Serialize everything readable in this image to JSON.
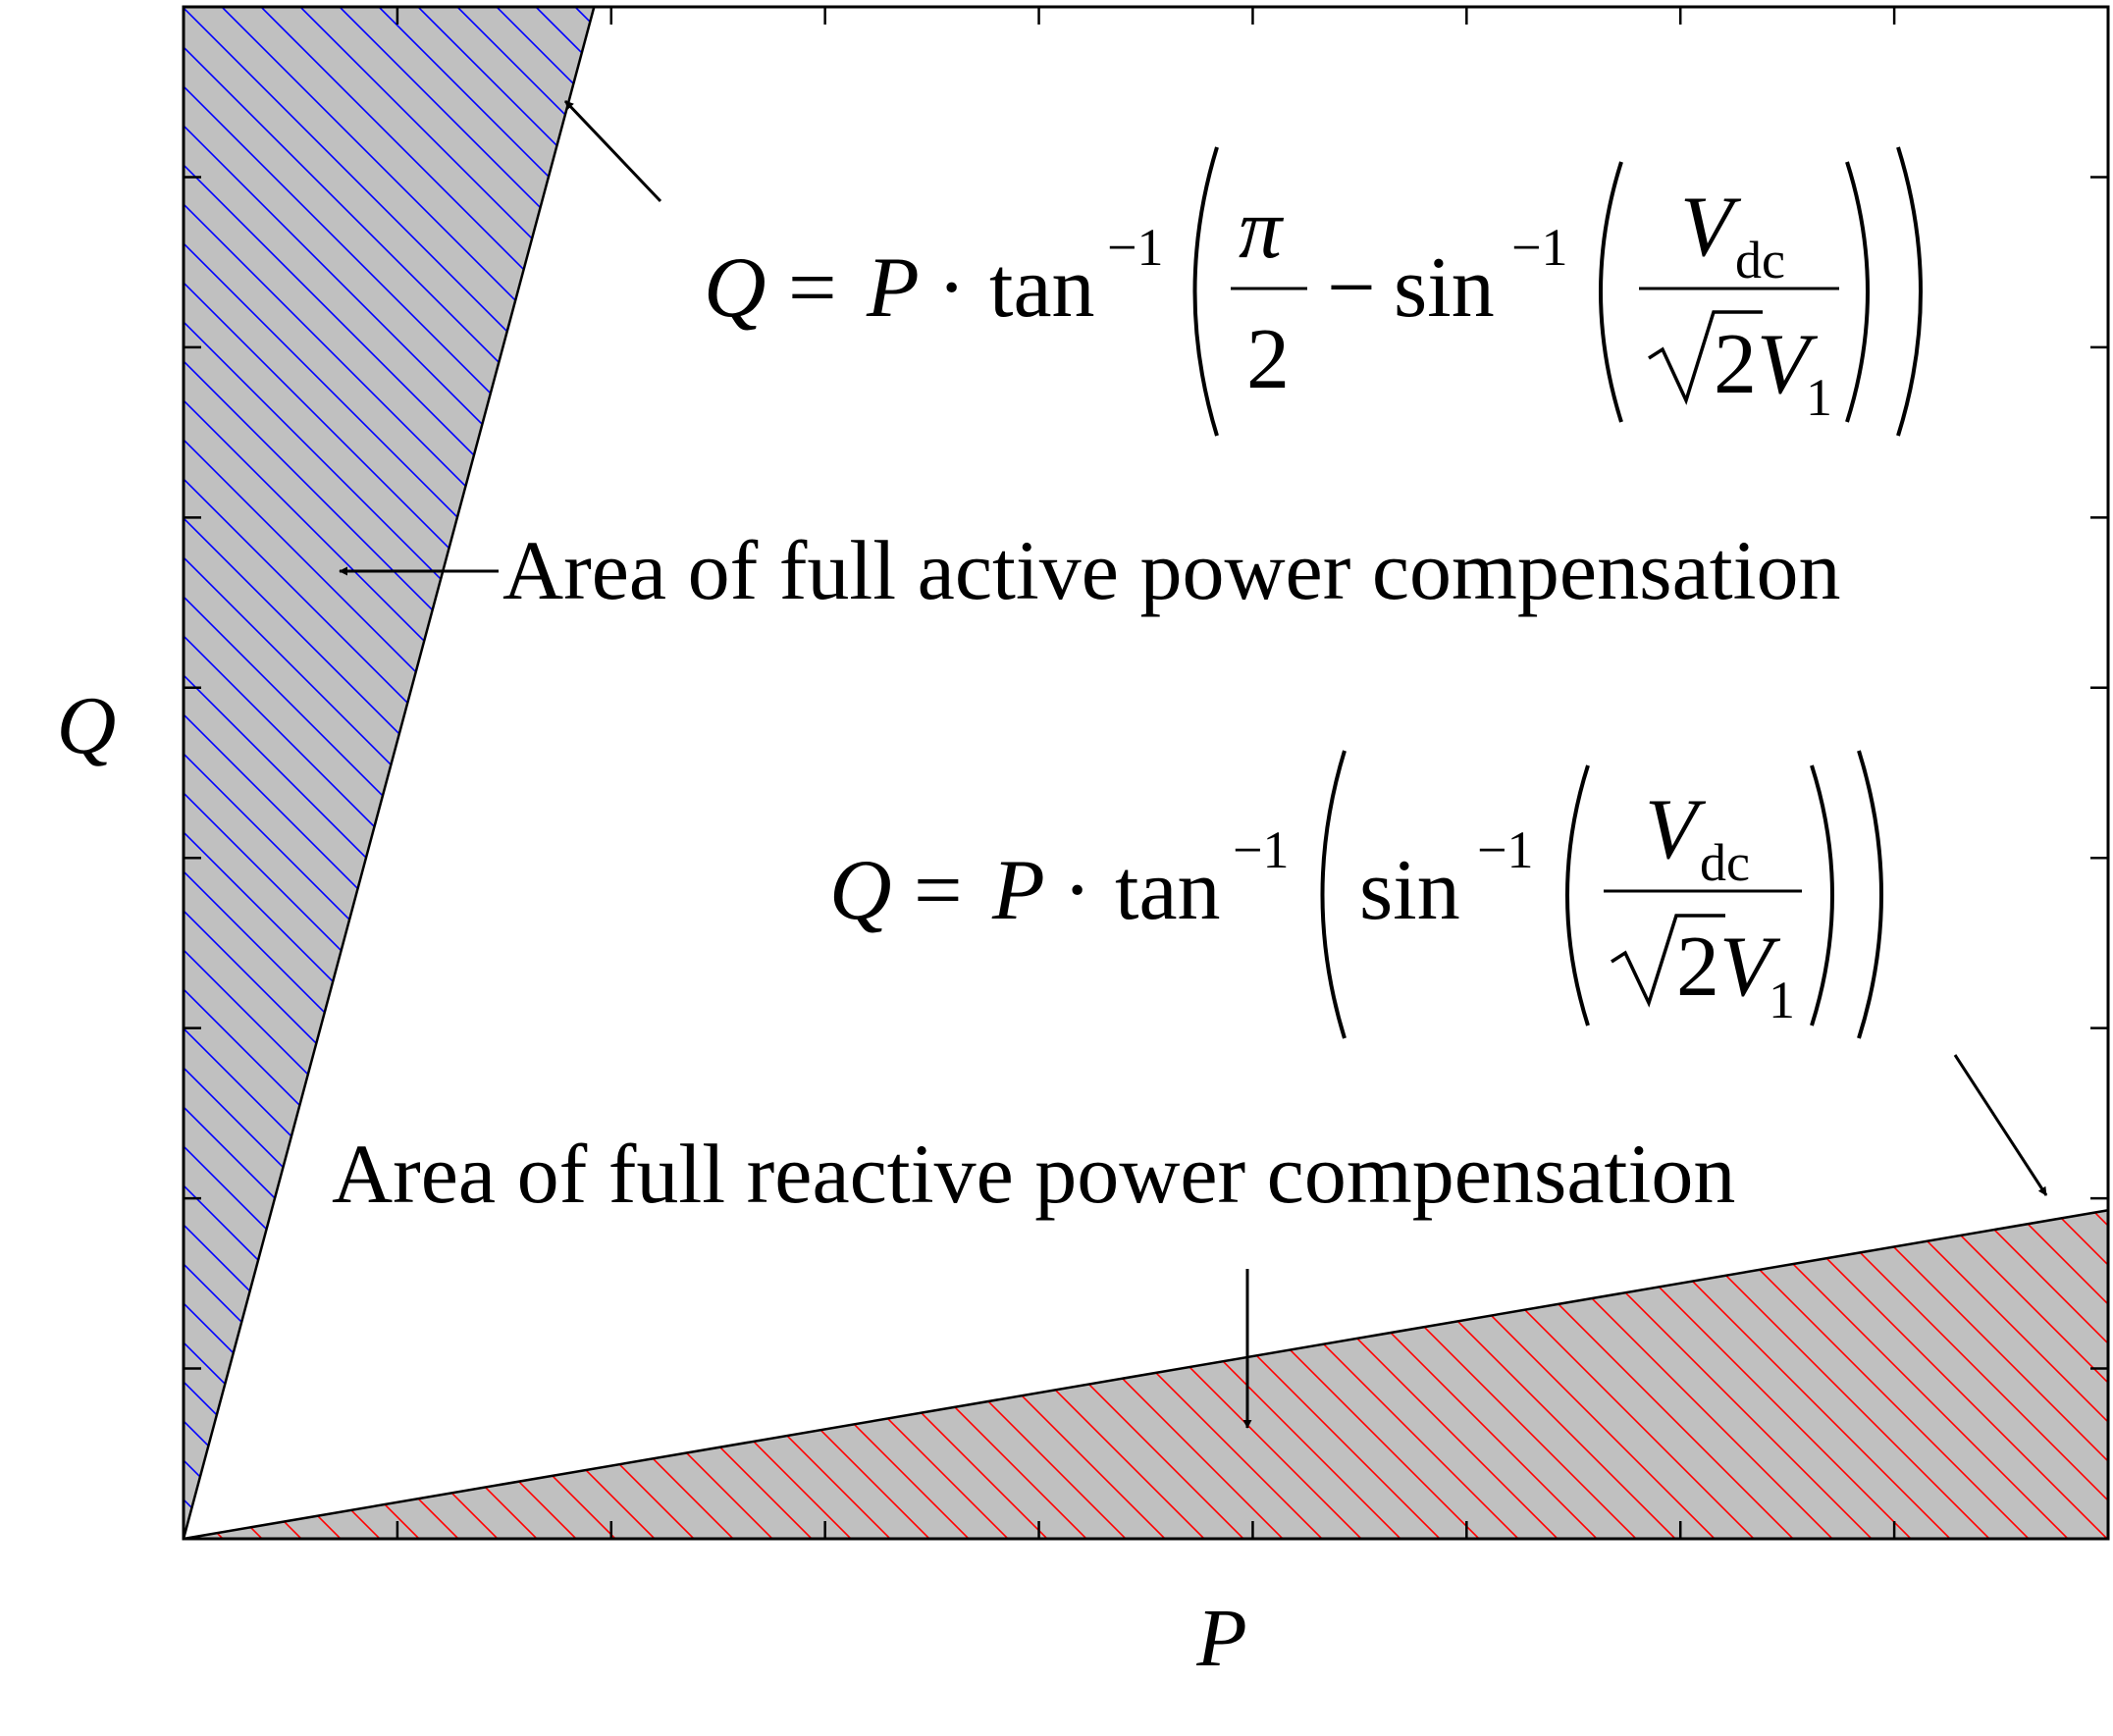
{
  "chart_data": {
    "type": "area",
    "xlabel": "P",
    "ylabel": "Q",
    "xlim": [
      0,
      9
    ],
    "ylim": [
      0,
      9
    ],
    "x_ticks": [
      0,
      1,
      2,
      3,
      4,
      5,
      6,
      7,
      8,
      9
    ],
    "y_ticks": [
      0,
      1,
      2,
      3,
      4,
      5,
      6,
      7,
      8,
      9
    ],
    "grid": false,
    "tick_labels_shown": false,
    "series": [
      {
        "region": "upper",
        "boundary": [
          [
            0,
            0
          ],
          [
            1.92,
            9
          ]
        ],
        "fill_color": "#c0c0c0",
        "hatch_color": "#0000ff"
      },
      {
        "region": "lower",
        "boundary": [
          [
            0,
            0
          ],
          [
            9,
            1.93
          ]
        ],
        "fill_color": "#c0c0c0",
        "hatch_color": "#ff0000"
      }
    ],
    "annotations": [
      {
        "id": "eq_upper",
        "lhs": "Q",
        "eq": "=",
        "p": "P",
        "dot": "·",
        "tan": "tan",
        "inv": "−1",
        "pi": "π",
        "two": "2",
        "minus": "−",
        "sin": "sin",
        "v": "V",
        "dc": "dc",
        "sqrt2": "2",
        "v1": "V",
        "one": "1"
      },
      {
        "id": "eq_lower",
        "lhs": "Q",
        "eq": "=",
        "p": "P",
        "dot": "·",
        "tan": "tan",
        "inv": "−1",
        "sin": "sin",
        "v": "V",
        "dc": "dc",
        "sqrt2": "2",
        "v1": "V",
        "one": "1"
      },
      {
        "id": "label_active",
        "text": "Area of full active power compensation"
      },
      {
        "id": "label_reactive",
        "text": "Area of full reactive power compensation"
      }
    ],
    "colors": {
      "fill": "#c0c0c0",
      "hatch_upper": "#0000ff",
      "hatch_lower": "#ff0000",
      "line": "#000000"
    }
  }
}
